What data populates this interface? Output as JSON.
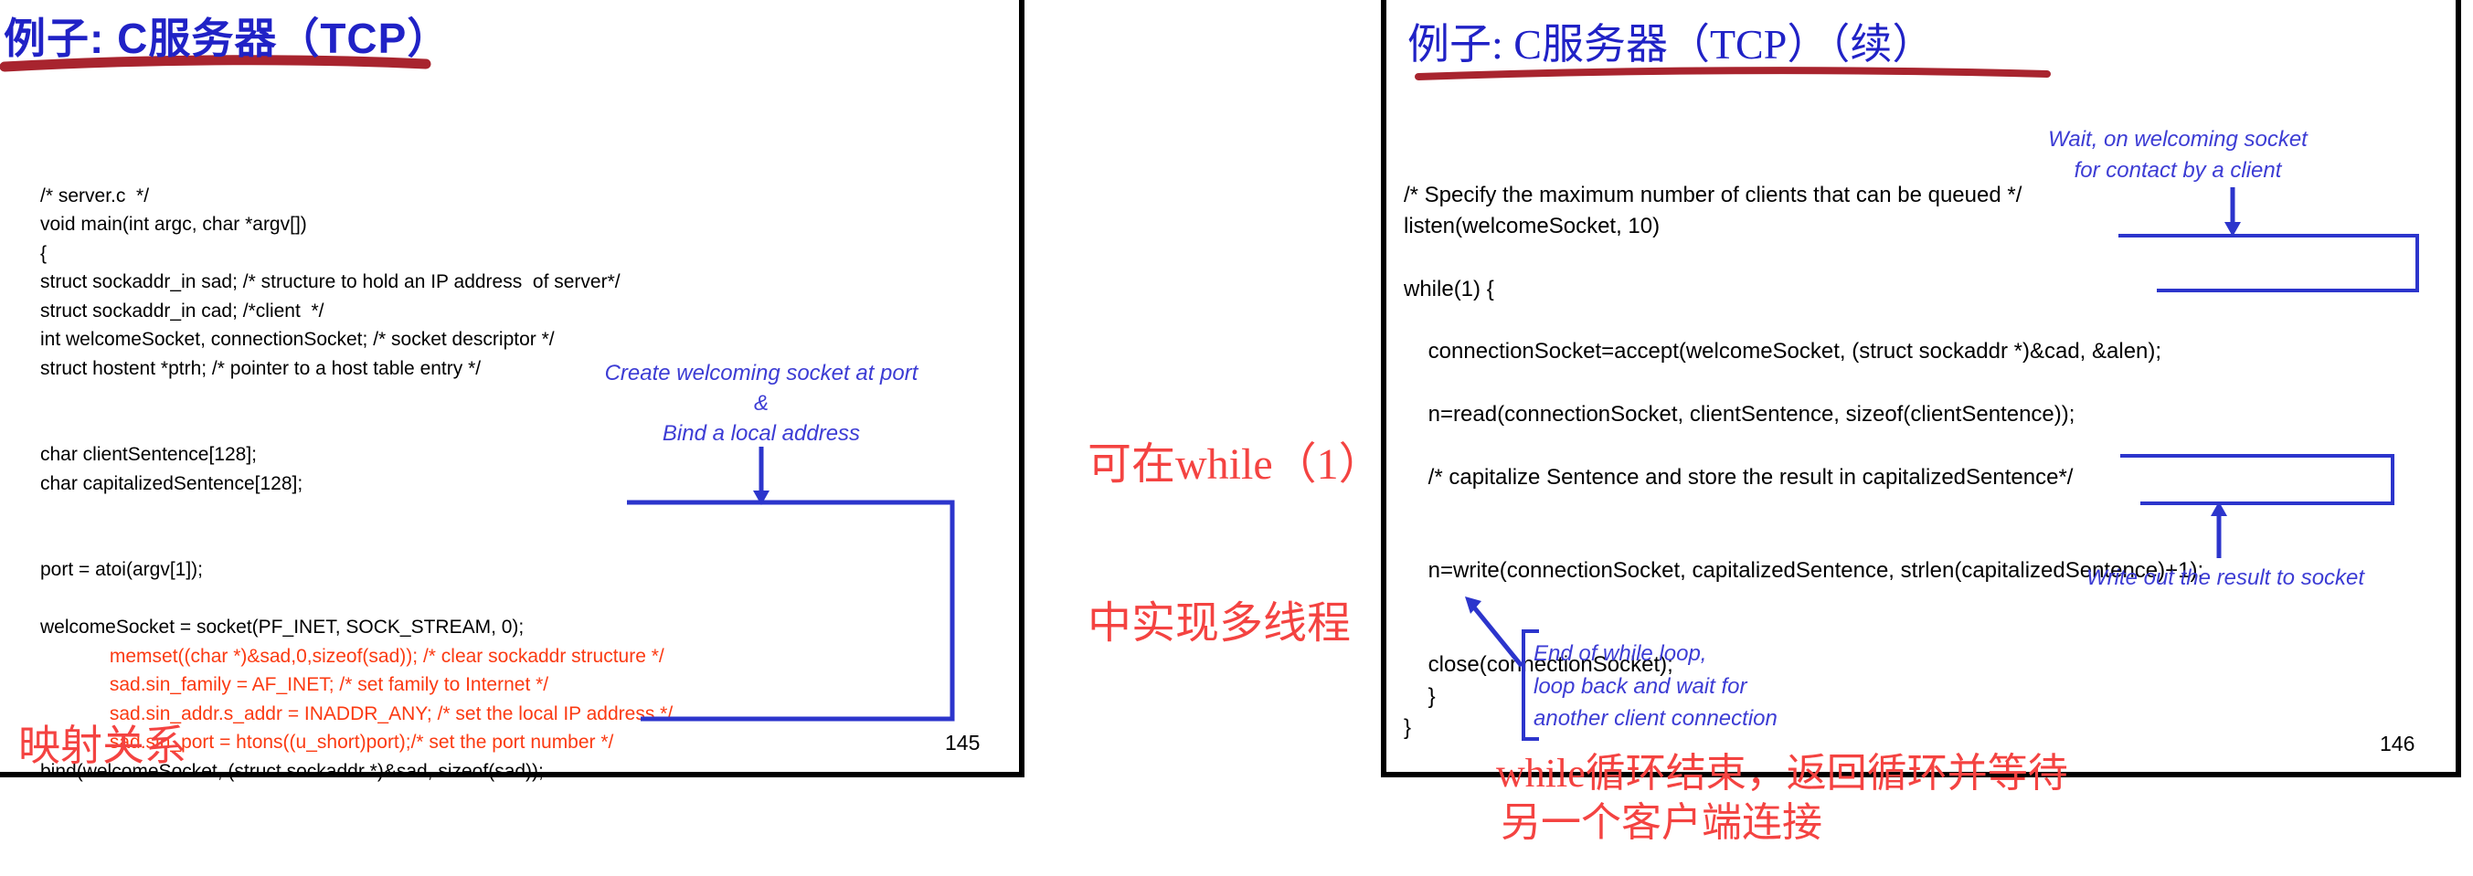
{
  "colors": {
    "title_blue": "#2022c6",
    "note_blue": "#3c3cd4",
    "line_blue": "#2c35cc",
    "code_red": "#fb3a12",
    "caption_red": "#f44341",
    "underline_red": "#a8242e",
    "border_black": "#000000"
  },
  "left_slide": {
    "title": "例子: C服务器（TCP）",
    "page_number": "145",
    "code_lines": [
      {
        "text": "/* server.c  */"
      },
      {
        "text": "void main(int argc, char *argv[])"
      },
      {
        "text": "{"
      },
      {
        "text": "struct sockaddr_in sad; /* structure to hold an IP address  of server*/"
      },
      {
        "text": "struct sockaddr_in cad; /*client  */"
      },
      {
        "text": "int welcomeSocket, connectionSocket; /* socket descriptor */"
      },
      {
        "text": "struct hostent *ptrh; /* pointer to a host table entry */"
      },
      {
        "text": ""
      },
      {
        "text": ""
      },
      {
        "text": "char clientSentence[128];"
      },
      {
        "text": "char capitalizedSentence[128];"
      },
      {
        "text": ""
      },
      {
        "text": ""
      },
      {
        "text": "port = atoi(argv[1]);"
      },
      {
        "text": ""
      },
      {
        "text": "welcomeSocket = socket(PF_INET, SOCK_STREAM, 0);"
      },
      {
        "text": "             memset((char *)&sad,0,sizeof(sad)); /* clear sockaddr structure */",
        "red": true
      },
      {
        "text": "             sad.sin_family = AF_INET; /* set family to Internet */",
        "red": true
      },
      {
        "text": "             sad.sin_addr.s_addr = INADDR_ANY; /* set the local IP address */",
        "red": true
      },
      {
        "text": "             sad.sin_port = htons((u_short)port);/* set the port number */",
        "red": true
      },
      {
        "text": "bind(welcomeSocket, (struct sockaddr *)&sad, sizeof(sad));"
      }
    ],
    "create_note_lines": [
      "Create welcoming socket at port",
      "&",
      "Bind a local address"
    ],
    "red_caption": "映射关系"
  },
  "middle_note": {
    "line1": "可在while（1）",
    "line2": "中实现多线程"
  },
  "right_slide": {
    "title": "例子: C服务器（TCP）（续）",
    "page_number": "146",
    "code_lines": [
      {
        "text": "/* Specify the maximum number of clients that can be queued */"
      },
      {
        "text": "listen(welcomeSocket, 10)"
      },
      {
        "text": ""
      },
      {
        "text": "while(1) {"
      },
      {
        "text": ""
      },
      {
        "text": "    connectionSocket=accept(welcomeSocket, (struct sockaddr *)&cad, &alen);"
      },
      {
        "text": ""
      },
      {
        "text": "    n=read(connectionSocket, clientSentence, sizeof(clientSentence));"
      },
      {
        "text": ""
      },
      {
        "text": "    /* capitalize Sentence and store the result in capitalizedSentence*/"
      },
      {
        "text": ""
      },
      {
        "text": ""
      },
      {
        "text": "    n=write(connectionSocket, capitalizedSentence, strlen(capitalizedSentence)+1);"
      },
      {
        "text": ""
      },
      {
        "text": ""
      },
      {
        "text": "    close(connectionSocket);"
      },
      {
        "text": "    }"
      },
      {
        "text": "}"
      }
    ],
    "wait_note_lines": [
      "Wait, on welcoming socket",
      "for contact by a client"
    ],
    "write_note": "Write out the result to socket",
    "loop_note_lines": [
      "End of while loop,",
      "loop back and wait for",
      "another client connection"
    ],
    "red_caption_line1": "while循环结束，返回循环并等待",
    "red_caption_line2": "另一个客户端连接"
  }
}
